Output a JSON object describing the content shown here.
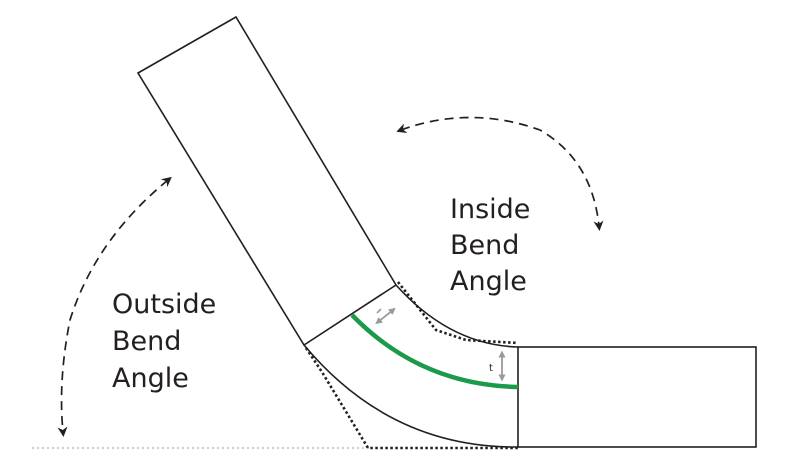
{
  "labels": {
    "inside": [
      "Inside",
      "Bend",
      "Angle"
    ],
    "outside": [
      "Outside",
      "Bend",
      "Angle"
    ],
    "thickness_marker": "t"
  },
  "colors": {
    "outline": "#231f20",
    "neutral_axis": "#1a9a4a",
    "indicator": "#9a9a9a",
    "baseline": "#b0b0b0"
  }
}
